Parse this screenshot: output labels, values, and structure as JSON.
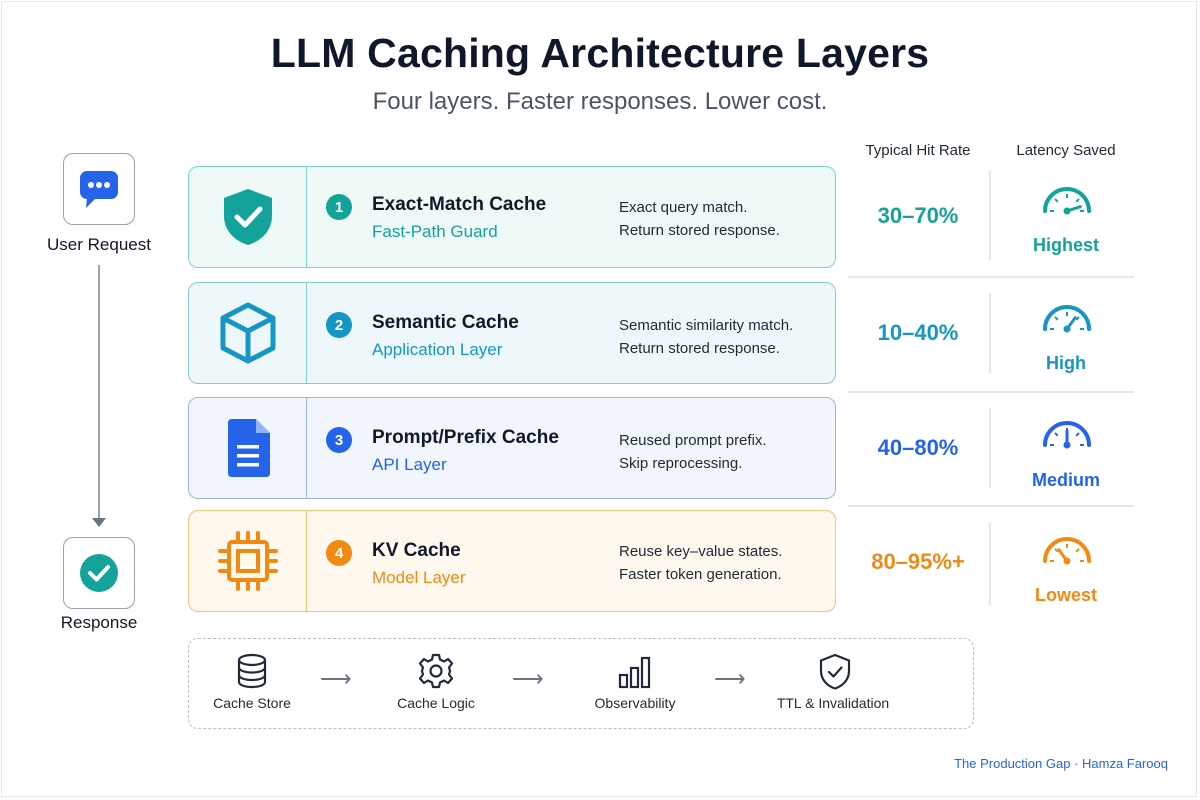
{
  "title": "LLM Caching Architecture Layers",
  "subtitle": "Four layers. Faster responses. Lower cost.",
  "columns": {
    "hit_rate": "Typical Hit Rate",
    "latency": "Latency Saved"
  },
  "flow": {
    "start_label": "User Request",
    "end_label": "Response"
  },
  "layers": [
    {
      "num": "1",
      "name": "Exact-Match Cache",
      "sub": "Fast-Path Guard",
      "desc1": "Exact query match.",
      "desc2": "Return stored response.",
      "hit_rate": "30–70%",
      "latency": "Highest",
      "gauge_level": 0.9,
      "color": "#14a39a",
      "bg": "#effaf8",
      "border": "#7fd3c9",
      "icon": "shield-check-icon"
    },
    {
      "num": "2",
      "name": "Semantic Cache",
      "sub": "Application Layer",
      "desc1": "Semantic similarity match.",
      "desc2": "Return stored response.",
      "hit_rate": "10–40%",
      "latency": "High",
      "gauge_level": 0.7,
      "color": "#1596c4",
      "bg": "#eef8fb",
      "border": "#86c9e0",
      "icon": "cube-icon"
    },
    {
      "num": "3",
      "name": "Prompt/Prefix Cache",
      "sub": "API Layer",
      "desc1": "Reused prompt prefix.",
      "desc2": "Skip reprocessing.",
      "hit_rate": "40–80%",
      "latency": "Medium",
      "gauge_level": 0.5,
      "color": "#2563eb",
      "bg": "#f1f5fc",
      "border": "#9db5e6",
      "icon": "document-icon"
    },
    {
      "num": "4",
      "name": "KV Cache",
      "sub": "Model Layer",
      "desc1": "Reuse key–value states.",
      "desc2": "Faster token generation.",
      "hit_rate": "80–95%+",
      "latency": "Lowest",
      "gauge_level": 0.3,
      "color": "#f08a12",
      "bg": "#fff8ee",
      "border": "#f4c27a",
      "icon": "chip-icon"
    }
  ],
  "bottom": [
    {
      "label": "Cache Store",
      "icon": "database-icon"
    },
    {
      "label": "Cache Logic",
      "icon": "gear-icon"
    },
    {
      "label": "Observability",
      "icon": "bar-chart-icon"
    },
    {
      "label": "TTL & Invalidation",
      "icon": "shield-check-icon"
    }
  ],
  "footer": "The Production Gap · Hamza Farooq"
}
